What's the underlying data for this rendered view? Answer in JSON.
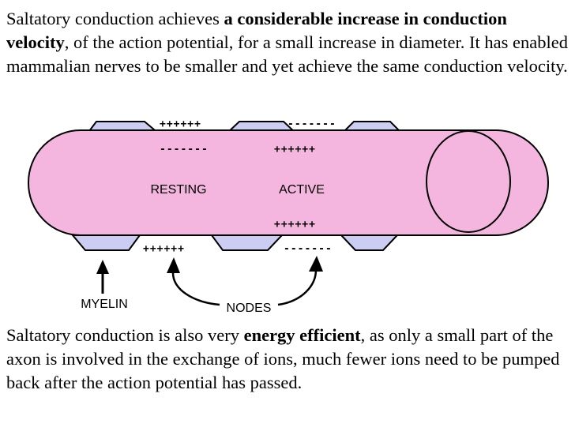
{
  "top_paragraph": {
    "before": "Saltatory conduction achieves ",
    "bold": "a considerable increase in conduction velocity",
    "after": ", of the action potential, for a small increase in diameter. It has enabled mammalian nerves to be smaller and yet achieve the same conduction velocity."
  },
  "bottom_paragraph": {
    "before": "Saltatory conduction is also very ",
    "bold": "energy efficient",
    "after": ", as only a small part of the axon is involved in the exchange of ions, much fewer ions need to be pumped back after the action potential has passed."
  },
  "diagram": {
    "resting_label": "RESTING",
    "active_label": "ACTIVE",
    "myelin_label": "MYELIN",
    "nodes_label": "NODES",
    "charges": {
      "resting_outer_top": "++++++",
      "resting_inner_top": "-------",
      "resting_outer_bottom": "++++++",
      "active_outer_top": "-------",
      "active_inner_top": "++++++",
      "active_inner_bottom": "++++++",
      "active_outer_bottom": "-------"
    },
    "colors": {
      "axon": "#f4b6de",
      "myelin": "#cccdf2",
      "outline": "#000000"
    }
  }
}
